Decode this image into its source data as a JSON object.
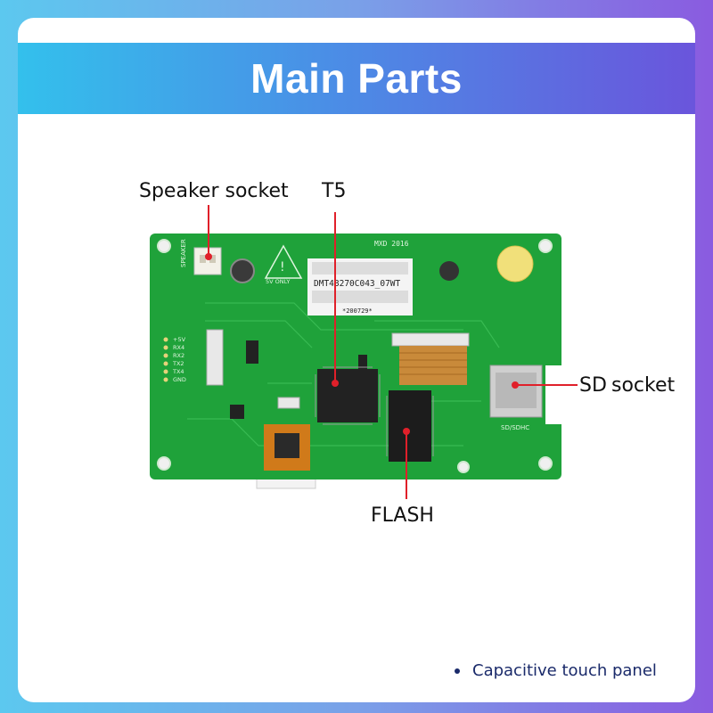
{
  "header": {
    "title": "Main Parts"
  },
  "callouts": {
    "speaker": "Speaker socket",
    "t5": "T5",
    "sd": "SD",
    "sd_suffix": "socket",
    "flash": "FLASH"
  },
  "board": {
    "sticker_line1": "DMT48270C043_07WT",
    "sticker_line2": "*200729*",
    "silk_mxd": "MXD  2016",
    "silk_5v": "5V ONLY",
    "silk_speaker": "SPEAKER",
    "silk_sd": "SD/SDHC",
    "pins": [
      "+5V",
      "RX4",
      "RX2",
      "TX2",
      "TX4",
      "GND"
    ]
  },
  "footer": {
    "note": "Capacitive touch panel"
  },
  "colors": {
    "pcb": "#1fa23a",
    "accent_red": "#e0202a",
    "banner_start": "#33c0ec",
    "banner_end": "#6a55dc"
  }
}
